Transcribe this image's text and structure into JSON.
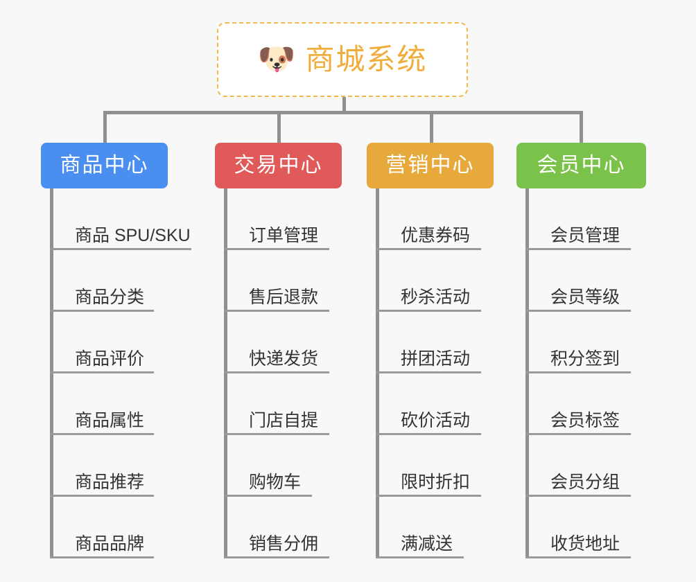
{
  "canvas": {
    "background": "#f8f8f8",
    "line_color": "#909090",
    "rule_color": "#9a9a9a",
    "text_color": "#333333"
  },
  "root": {
    "icon": "shiba-dog-face-emoji",
    "emoji": "🐶",
    "title": "商城系统",
    "title_color": "#f0ad3c",
    "border_color": "#f0b94a",
    "border_style": "dashed",
    "background": "#ffffff"
  },
  "branches": [
    {
      "label": "商品中心",
      "color": "#4a8ff0",
      "items": [
        {
          "label": "商品 SPU/SKU",
          "rule_width": 204
        },
        {
          "label": "商品分类",
          "rule_width": 150
        },
        {
          "label": "商品评价",
          "rule_width": 150
        },
        {
          "label": "商品属性",
          "rule_width": 150
        },
        {
          "label": "商品推荐",
          "rule_width": 150
        },
        {
          "label": "商品品牌",
          "rule_width": 150
        }
      ]
    },
    {
      "label": "交易中心",
      "color": "#e05a5a",
      "items": [
        {
          "label": "订单管理",
          "rule_width": 152
        },
        {
          "label": "售后退款",
          "rule_width": 152
        },
        {
          "label": "快递发货",
          "rule_width": 152
        },
        {
          "label": "门店自提",
          "rule_width": 152
        },
        {
          "label": "购物车",
          "rule_width": 127
        },
        {
          "label": "销售分佣",
          "rule_width": 152
        }
      ]
    },
    {
      "label": "营销中心",
      "color": "#e8a93c",
      "items": [
        {
          "label": "优惠券码",
          "rule_width": 152
        },
        {
          "label": "秒杀活动",
          "rule_width": 152
        },
        {
          "label": "拼团活动",
          "rule_width": 152
        },
        {
          "label": "砍价活动",
          "rule_width": 152
        },
        {
          "label": "限时折扣",
          "rule_width": 152
        },
        {
          "label": "满减送",
          "rule_width": 127
        }
      ]
    },
    {
      "label": "会员中心",
      "color": "#7ac24a",
      "items": [
        {
          "label": "会员管理",
          "rule_width": 152
        },
        {
          "label": "会员等级",
          "rule_width": 152
        },
        {
          "label": "积分签到",
          "rule_width": 152
        },
        {
          "label": "会员标签",
          "rule_width": 152
        },
        {
          "label": "会员分组",
          "rule_width": 152
        },
        {
          "label": "收货地址",
          "rule_width": 152
        }
      ]
    }
  ]
}
